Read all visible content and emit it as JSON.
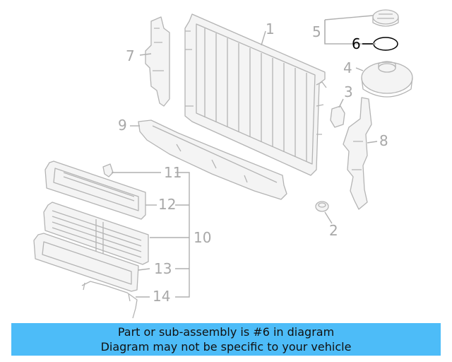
{
  "diagram": {
    "callouts": [
      {
        "id": "1",
        "label": "1",
        "highlight": false
      },
      {
        "id": "2",
        "label": "2",
        "highlight": false
      },
      {
        "id": "3",
        "label": "3",
        "highlight": false
      },
      {
        "id": "4",
        "label": "4",
        "highlight": false
      },
      {
        "id": "5",
        "label": "5",
        "highlight": false
      },
      {
        "id": "6",
        "label": "6",
        "highlight": true
      },
      {
        "id": "7",
        "label": "7",
        "highlight": false
      },
      {
        "id": "8",
        "label": "8",
        "highlight": false
      },
      {
        "id": "9",
        "label": "9",
        "highlight": false
      },
      {
        "id": "10",
        "label": "10",
        "highlight": false
      },
      {
        "id": "11",
        "label": "11",
        "highlight": false
      },
      {
        "id": "12",
        "label": "12",
        "highlight": false
      },
      {
        "id": "13",
        "label": "13",
        "highlight": false
      },
      {
        "id": "14",
        "label": "14",
        "highlight": false
      }
    ],
    "colors": {
      "highlight": "#000000",
      "muted": "#a8a8a8",
      "banner": "#4dbcf8"
    }
  },
  "banner": {
    "line1": "Part or sub-assembly is #6 in diagram",
    "line2": "Diagram may not be specific to your vehicle"
  }
}
